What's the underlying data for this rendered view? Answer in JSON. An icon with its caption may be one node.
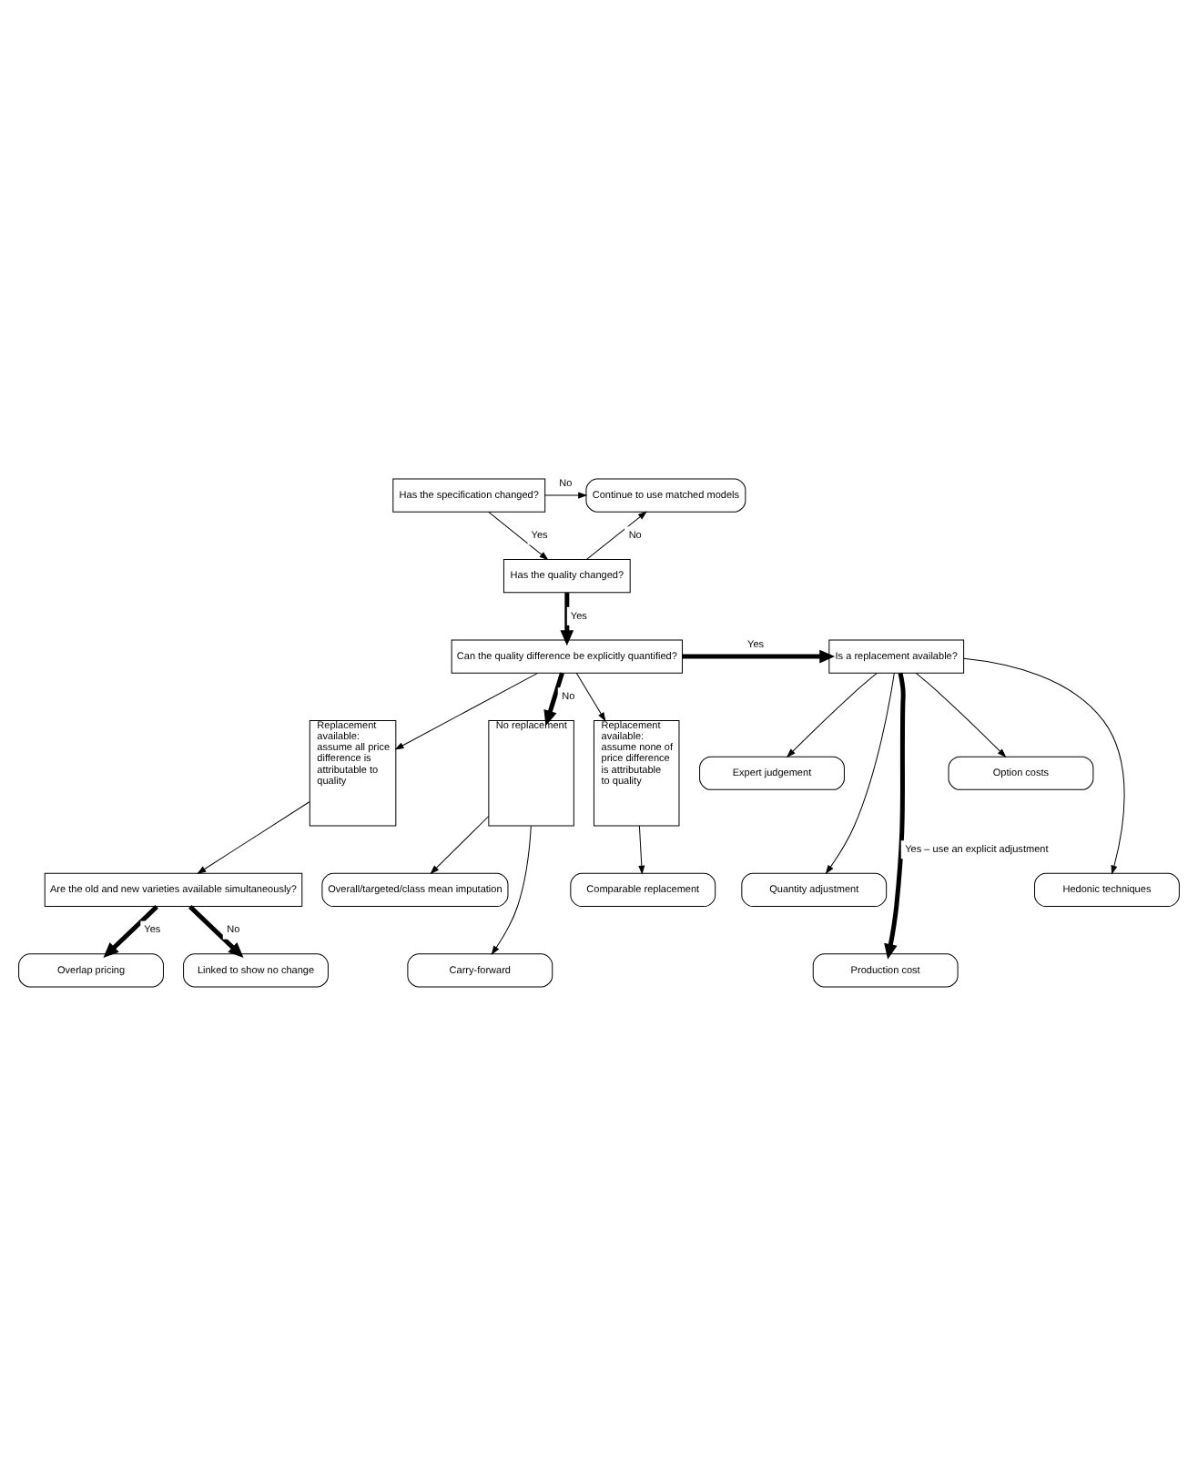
{
  "diagram": {
    "nodes": [
      {
        "text": [
          "Has the specification changed?"
        ]
      },
      {
        "text": [
          "Continue to use matched models"
        ]
      },
      {
        "text": [
          "Has the quality changed?"
        ]
      },
      {
        "text": [
          "Can the quality difference be explicitly quantified?"
        ]
      },
      {
        "text": [
          "Is a replacement available?"
        ]
      },
      {
        "text": [
          "Expert judgement"
        ]
      },
      {
        "text": [
          "Quantity adjustment"
        ]
      },
      {
        "text": [
          "Production cost"
        ]
      },
      {
        "text": [
          "Option costs"
        ]
      },
      {
        "text": [
          "Hedonic techniques"
        ]
      },
      {
        "text": [
          "Replacement available: assume all price difference is attributable to quality"
        ]
      },
      {
        "text": [
          "No replacement"
        ]
      },
      {
        "text": [
          "Replacement available: assume none of price difference is attributable to quality"
        ]
      },
      {
        "text": [
          "Comparable replacement"
        ]
      },
      {
        "text": [
          "Are the old and new varieties available simultaneously?"
        ]
      },
      {
        "text": [
          "Overall/targeted/class mean imputation"
        ]
      },
      {
        "text": [
          "Carry-forward"
        ]
      },
      {
        "text": [
          "Overlap pricing"
        ]
      },
      {
        "text": [
          "Linked to show no change"
        ]
      }
    ],
    "edges": [
      {
        "from": 0,
        "to": 1,
        "arrow": "to",
        "label": "No"
      },
      {
        "from": 0,
        "to": 2,
        "arrow": "to",
        "label": "Yes"
      },
      {
        "from": 2,
        "to": 1,
        "arrow": "to",
        "label": "No"
      },
      {
        "from": 2,
        "to": 3,
        "arrow": "to",
        "label": "Yes",
        "style": "thick"
      },
      {
        "from": 3,
        "to": 4,
        "arrow": "to",
        "label": "Yes",
        "style": "thick"
      },
      {
        "from": 4,
        "to": 5,
        "arrow": "to"
      },
      {
        "from": 4,
        "to": 6,
        "arrow": "to"
      },
      {
        "from": 4,
        "to": 7,
        "arrow": "to",
        "label": "Yes – use an explicit adjustment",
        "style": "thick"
      },
      {
        "from": 4,
        "to": 8,
        "arrow": "to"
      },
      {
        "from": 4,
        "to": 9,
        "arrow": "to"
      },
      {
        "from": 3,
        "to": 10,
        "arrow": "to"
      },
      {
        "from": 3,
        "to": 11,
        "arrow": "to",
        "label": "No",
        "style": "thick"
      },
      {
        "from": 3,
        "to": 12,
        "arrow": "to"
      },
      {
        "from": 10,
        "to": 14,
        "arrow": "to"
      },
      {
        "from": 11,
        "to": 15,
        "arrow": "to"
      },
      {
        "from": 11,
        "to": 16,
        "arrow": "to"
      },
      {
        "from": 12,
        "to": 13,
        "arrow": "to"
      },
      {
        "from": 14,
        "to": 17,
        "arrow": "to",
        "label": "Yes",
        "style": "thick"
      },
      {
        "from": 14,
        "to": 18,
        "arrow": "to",
        "label": "No",
        "style": "thick"
      }
    ]
  }
}
